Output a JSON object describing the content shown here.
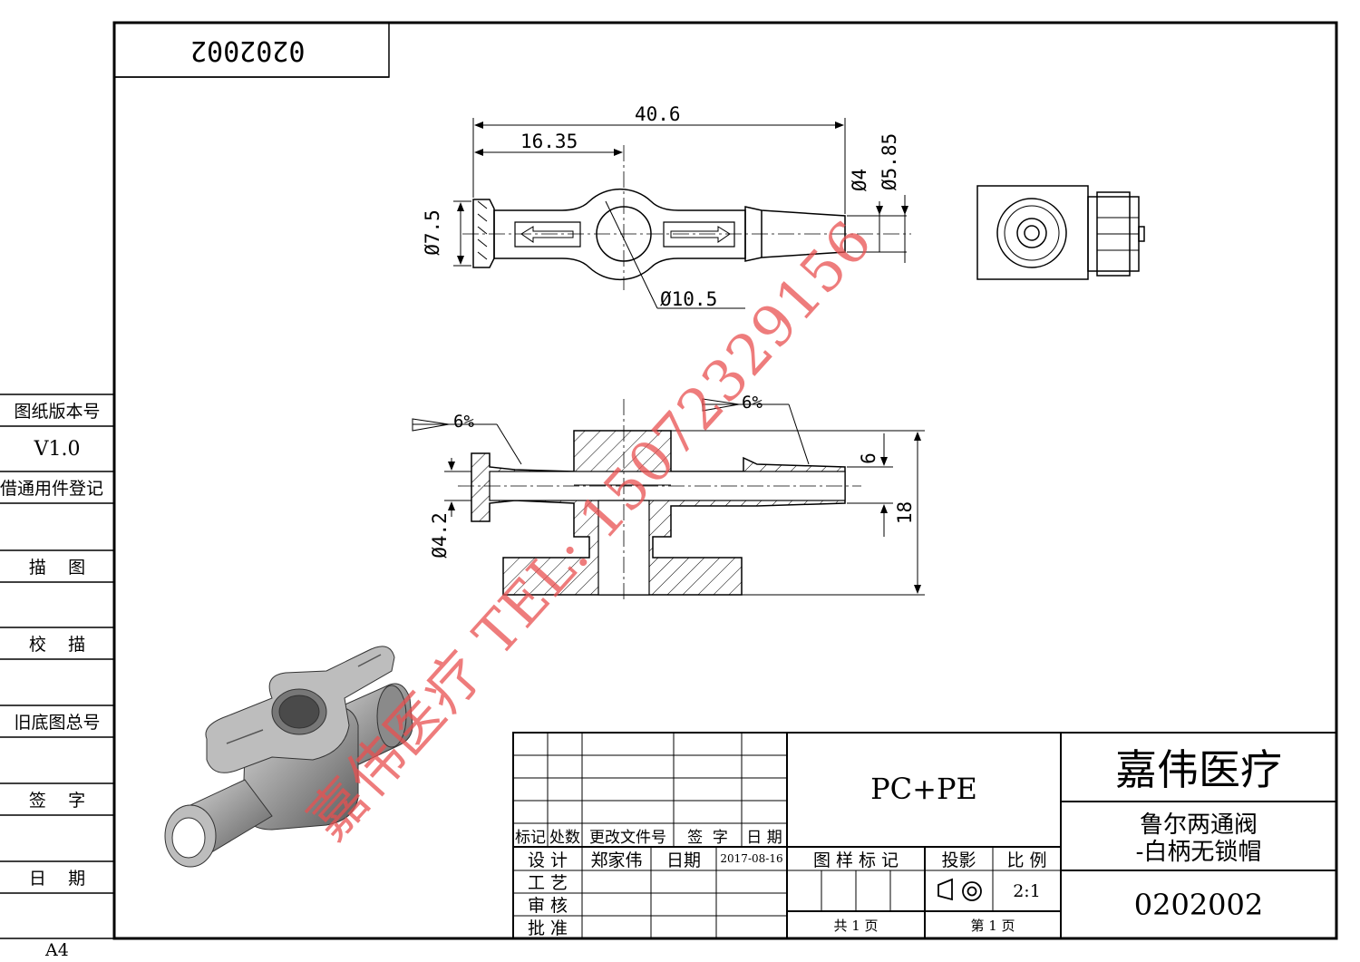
{
  "drawing_number_mirrored": "0202002",
  "paper_size": "A4",
  "left_strip": {
    "version_label": "图纸版本号",
    "version_value": "V1.0",
    "shared_part_register": "借通用件登记",
    "trace": "描    图",
    "proof_trace": "校    描",
    "old_base_number": "旧底图总号",
    "signature": "签    字",
    "date": "日    期"
  },
  "dimensions": {
    "top_view": {
      "overall_length": "40.6",
      "center_offset": "16.35",
      "dia_7_5": "Ø7.5",
      "dia_4": "Ø4",
      "dia_5_85": "Ø5.85",
      "dia_10_5": "Ø10.5"
    },
    "section_view": {
      "taper_left": "6%",
      "taper_right": "6%",
      "bore_dia": "Ø4.2",
      "height_6": "6",
      "height_18": "18"
    }
  },
  "watermark": "嘉伟医疗 TEL: 15072329156",
  "title_block": {
    "material": "PC+PE",
    "company": "嘉伟医疗",
    "part_name_line1": "鲁尔两通阀",
    "part_name_line2": "-白柄无锁帽",
    "drawing_number": "0202002",
    "revision_headers": [
      "标记",
      "处数",
      "更改文件号",
      "签  字",
      "日 期"
    ],
    "design_label": "设 计",
    "designer": "郑家伟",
    "date_label": "日期",
    "date_value": "2017-08-16",
    "process_label": "工 艺",
    "review_label": "审 核",
    "approve_label": "批 准",
    "pattern_mark_label": "图 样 标 记",
    "projection_label": "投影",
    "scale_label": "比 例",
    "scale_value": "2:1",
    "total_pages": "共 1 页",
    "page_number": "第 1 页"
  }
}
